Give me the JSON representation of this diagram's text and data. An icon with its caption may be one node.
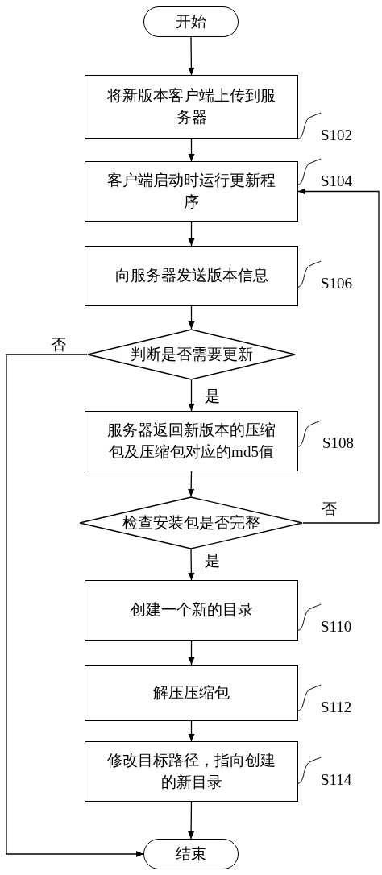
{
  "diagram": {
    "nodes": [
      {
        "text": [
          "开始"
        ]
      },
      {
        "text": [
          "将新版本客户端上传到服务器"
        ],
        "beside": [
          "S102"
        ]
      },
      {
        "text": [
          "客户端启动时运行更新程序"
        ],
        "beside": [
          "S104"
        ]
      },
      {
        "text": [
          "向服务器发送版本信息"
        ],
        "beside": [
          "S106"
        ]
      },
      {
        "text": [
          "判断是否需要更新"
        ]
      },
      {
        "text": [
          "服务器返回新版本的压缩包及压缩包对应的md5值"
        ],
        "beside": [
          "S108"
        ]
      },
      {
        "text": [
          "检查安装包是否完整"
        ]
      },
      {
        "text": [
          "创建一个新的目录"
        ],
        "beside": [
          "S110"
        ]
      },
      {
        "text": [
          "解压压缩包"
        ],
        "beside": [
          "S112"
        ]
      },
      {
        "text": [
          "修改目标路径，指向创建的新目录"
        ],
        "beside": [
          "S114"
        ]
      },
      {
        "text": [
          "结束"
        ]
      }
    ],
    "edges": [
      {
        "from": 0,
        "to": 1,
        "arrow": "to"
      },
      {
        "from": 1,
        "to": 2,
        "arrow": "to"
      },
      {
        "from": 2,
        "to": 3,
        "arrow": "to"
      },
      {
        "from": 3,
        "to": 4,
        "arrow": "to"
      },
      {
        "from": 4,
        "to": 5,
        "arrow": "to",
        "label": "是"
      },
      {
        "from": 5,
        "to": 6,
        "arrow": "to"
      },
      {
        "from": 6,
        "to": 7,
        "arrow": "to",
        "label": "是"
      },
      {
        "from": 7,
        "to": 8,
        "arrow": "to"
      },
      {
        "from": 8,
        "to": 9,
        "arrow": "to"
      },
      {
        "from": 9,
        "to": 10,
        "arrow": "to"
      },
      {
        "from": 4,
        "to": 10,
        "arrow": "to",
        "label": "否"
      },
      {
        "from": 6,
        "to": 2,
        "arrow": "to",
        "label": "否"
      }
    ]
  }
}
